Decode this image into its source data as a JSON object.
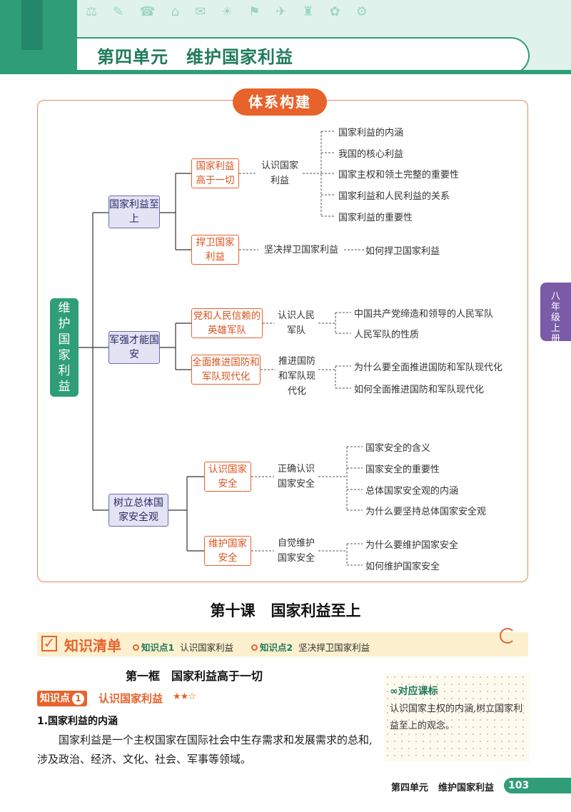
{
  "header": {
    "unit_title": "第四单元　维护国家利益"
  },
  "side_tab": {
    "label": "八年级上册"
  },
  "mind_map": {
    "title": "体系构建",
    "root": "维护国家利益",
    "branches": [
      {
        "label": "国家利益至上",
        "subs": [
          {
            "label": "国家利益高于一切",
            "mid": "认识国家利益",
            "leaves": [
              "国家利益的内涵",
              "我国的核心利益",
              "国家主权和领土完整的重要性",
              "国家利益和人民利益的关系",
              "国家利益的重要性"
            ]
          },
          {
            "label": "捍卫国家利益",
            "mid": "坚决捍卫国家利益",
            "leaves": [
              "如何捍卫国家利益"
            ]
          }
        ]
      },
      {
        "label": "军强才能国安",
        "subs": [
          {
            "label": "党和人民信赖的英雄军队",
            "mid": "认识人民军队",
            "leaves": [
              "中国共产党缔造和领导的人民军队",
              "人民军队的性质"
            ]
          },
          {
            "label": "全面推进国防和军队现代化",
            "mid": "推进国防和军队现代化",
            "leaves": [
              "为什么要全面推进国防和军队现代化",
              "如何全面推进国防和军队现代化"
            ]
          }
        ]
      },
      {
        "label": "树立总体国家安全观",
        "subs": [
          {
            "label": "认识国家安全",
            "mid": "正确认识国家安全",
            "leaves": [
              "国家安全的含义",
              "国家安全的重要性",
              "总体国家安全观的内涵",
              "为什么要坚持总体国家安全观"
            ]
          },
          {
            "label": "维护国家安全",
            "mid": "自觉维护国家安全",
            "leaves": [
              "为什么要维护国家安全",
              "如何维护国家安全"
            ]
          }
        ]
      }
    ]
  },
  "lesson": {
    "number": "第十课",
    "name": "国家利益至上"
  },
  "knowledge_bar": {
    "title": "知识清单",
    "point1_tag": "知识点1",
    "point1_name": "认识国家利益",
    "point2_tag": "知识点2",
    "point2_name": "坚决捍卫国家利益"
  },
  "frame": {
    "number": "第一框",
    "name": "国家利益高于一切"
  },
  "knowledge_point": {
    "badge": "知识点",
    "num": "1",
    "name": "认识国家利益",
    "stars": "★★☆"
  },
  "section": {
    "heading": "1.国家利益的内涵",
    "body": "国家利益是一个主权国家在国际社会中生存需求和发展需求的总和,涉及政治、经济、文化、社会、军事等领域。"
  },
  "standard": {
    "title": "对应课标",
    "text": "认识国家主权的内涵,树立国家利益至上的观念。"
  },
  "footer": {
    "unit": "第四单元",
    "title": "维护国家利益",
    "page": "103"
  },
  "colors": {
    "brand_green": "#2f9e78",
    "accent_orange": "#e8622b",
    "node_purple": "#6c6cae",
    "tab_purple": "#7a5ba7"
  }
}
